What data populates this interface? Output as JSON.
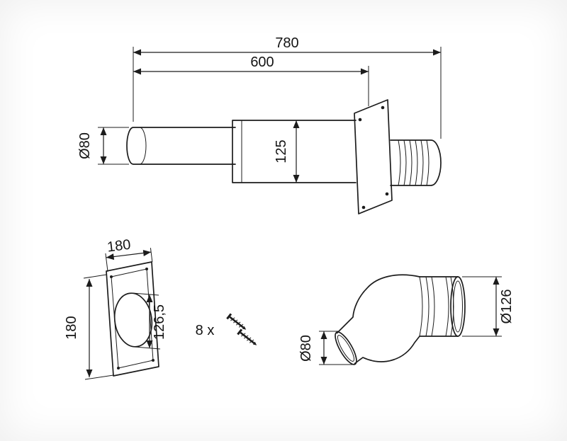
{
  "drawing": {
    "kind": "technical-dimension-diagram",
    "subject": "Concentric horizontal flue terminal kit with wall plate, screws and 80/126 elbow adapter",
    "colors": {
      "line": "#1c1c1c",
      "background": "#ffffff"
    },
    "labels": {
      "total_length": "780",
      "pipe_length": "600",
      "inner_diameter": "Ø80",
      "outer_diameter": "125",
      "plate_width": "180",
      "plate_height": "180",
      "plate_hole": "126,5",
      "screws": "8 x",
      "elbow_inlet": "Ø80",
      "elbow_outlet": "Ø126"
    }
  }
}
